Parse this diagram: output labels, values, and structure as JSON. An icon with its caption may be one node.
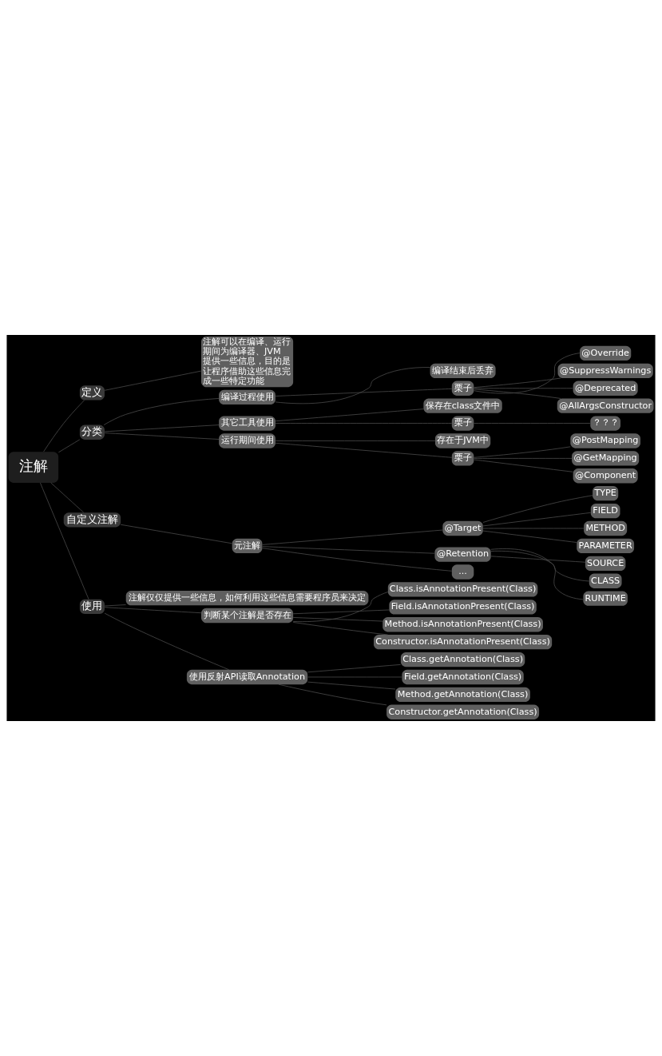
{
  "diagram": {
    "nodes": [
      {
        "text": [
          "注解"
        ]
      },
      {
        "text": [
          "定义"
        ]
      },
      {
        "text": [
          "注解可以在编译、运行期间为编译器、JVM提供一些信息，目的是让程序借助这些信息完成一些特定功能"
        ]
      },
      {
        "text": [
          "分类"
        ]
      },
      {
        "text": [
          "编译过程使用"
        ]
      },
      {
        "text": [
          "编译结束后丢弃"
        ]
      },
      {
        "text": [
          "栗子"
        ]
      },
      {
        "text": [
          "@Override"
        ]
      },
      {
        "text": [
          "@SuppressWarnings"
        ]
      },
      {
        "text": [
          "@Deprecated"
        ]
      },
      {
        "text": [
          "@AllArgsConstructor"
        ]
      },
      {
        "text": [
          "其它工具使用"
        ]
      },
      {
        "text": [
          "保存在class文件中"
        ]
      },
      {
        "text": [
          "栗子"
        ]
      },
      {
        "text": [
          "？？？"
        ]
      },
      {
        "text": [
          "运行期间使用"
        ]
      },
      {
        "text": [
          "存在于JVM中"
        ]
      },
      {
        "text": [
          "栗子"
        ]
      },
      {
        "text": [
          "@PostMapping"
        ]
      },
      {
        "text": [
          "@GetMapping"
        ]
      },
      {
        "text": [
          "@Component"
        ]
      },
      {
        "text": [
          "自定义注解"
        ]
      },
      {
        "text": [
          "元注解"
        ]
      },
      {
        "text": [
          "@Target"
        ]
      },
      {
        "text": [
          "TYPE"
        ]
      },
      {
        "text": [
          "FIELD"
        ]
      },
      {
        "text": [
          "METHOD"
        ]
      },
      {
        "text": [
          "PARAMETER"
        ]
      },
      {
        "text": [
          "@Retention"
        ]
      },
      {
        "text": [
          "SOURCE"
        ]
      },
      {
        "text": [
          "CLASS"
        ]
      },
      {
        "text": [
          "RUNTIME"
        ]
      },
      {
        "text": [
          "..."
        ]
      },
      {
        "text": [
          "使用"
        ]
      },
      {
        "text": [
          "注解仅仅提供一些信息，如何利用这些信息需要程序员来决定"
        ]
      },
      {
        "text": [
          "判断某个注解是否存在"
        ]
      },
      {
        "text": [
          "Class.isAnnotationPresent(Class)"
        ]
      },
      {
        "text": [
          "Field.isAnnotationPresent(Class)"
        ]
      },
      {
        "text": [
          "Method.isAnnotationPresent(Class)"
        ]
      },
      {
        "text": [
          "Constructor.isAnnotationPresent(Class)"
        ]
      },
      {
        "text": [
          "使用反射API读取Annotation"
        ]
      },
      {
        "text": [
          "Class.getAnnotation(Class)"
        ]
      },
      {
        "text": [
          "Field.getAnnotation(Class)"
        ]
      },
      {
        "text": [
          "Method.getAnnotation(Class)"
        ]
      },
      {
        "text": [
          "Constructor.getAnnotation(Class)"
        ]
      }
    ],
    "edges": [
      {
        "from": 0,
        "to": 1,
        "arrow": "none"
      },
      {
        "from": 1,
        "to": 2,
        "arrow": "none"
      },
      {
        "from": 0,
        "to": 3,
        "arrow": "none"
      },
      {
        "from": 3,
        "to": 4,
        "arrow": "none"
      },
      {
        "from": 4,
        "to": 5,
        "arrow": "none"
      },
      {
        "from": 4,
        "to": 6,
        "arrow": "none"
      },
      {
        "from": 6,
        "to": 7,
        "arrow": "none"
      },
      {
        "from": 6,
        "to": 8,
        "arrow": "none"
      },
      {
        "from": 6,
        "to": 9,
        "arrow": "none"
      },
      {
        "from": 6,
        "to": 10,
        "arrow": "none"
      },
      {
        "from": 3,
        "to": 11,
        "arrow": "none"
      },
      {
        "from": 11,
        "to": 12,
        "arrow": "none"
      },
      {
        "from": 11,
        "to": 13,
        "arrow": "none"
      },
      {
        "from": 13,
        "to": 14,
        "arrow": "none"
      },
      {
        "from": 3,
        "to": 15,
        "arrow": "none"
      },
      {
        "from": 15,
        "to": 16,
        "arrow": "none"
      },
      {
        "from": 15,
        "to": 17,
        "arrow": "none"
      },
      {
        "from": 17,
        "to": 18,
        "arrow": "none"
      },
      {
        "from": 17,
        "to": 19,
        "arrow": "none"
      },
      {
        "from": 17,
        "to": 20,
        "arrow": "none"
      },
      {
        "from": 0,
        "to": 21,
        "arrow": "none"
      },
      {
        "from": 21,
        "to": 22,
        "arrow": "none"
      },
      {
        "from": 22,
        "to": 23,
        "arrow": "none"
      },
      {
        "from": 23,
        "to": 24,
        "arrow": "none"
      },
      {
        "from": 23,
        "to": 25,
        "arrow": "none"
      },
      {
        "from": 23,
        "to": 26,
        "arrow": "none"
      },
      {
        "from": 23,
        "to": 27,
        "arrow": "none"
      },
      {
        "from": 22,
        "to": 28,
        "arrow": "none"
      },
      {
        "from": 28,
        "to": 29,
        "arrow": "none"
      },
      {
        "from": 28,
        "to": 30,
        "arrow": "none"
      },
      {
        "from": 28,
        "to": 31,
        "arrow": "none"
      },
      {
        "from": 22,
        "to": 32,
        "arrow": "none"
      },
      {
        "from": 0,
        "to": 33,
        "arrow": "none"
      },
      {
        "from": 33,
        "to": 34,
        "arrow": "none"
      },
      {
        "from": 33,
        "to": 35,
        "arrow": "none"
      },
      {
        "from": 35,
        "to": 36,
        "arrow": "none"
      },
      {
        "from": 35,
        "to": 37,
        "arrow": "none"
      },
      {
        "from": 35,
        "to": 38,
        "arrow": "none"
      },
      {
        "from": 35,
        "to": 39,
        "arrow": "none"
      },
      {
        "from": 33,
        "to": 40,
        "arrow": "none"
      },
      {
        "from": 40,
        "to": 41,
        "arrow": "none"
      },
      {
        "from": 40,
        "to": 42,
        "arrow": "none"
      },
      {
        "from": 40,
        "to": 43,
        "arrow": "none"
      },
      {
        "from": 40,
        "to": 44,
        "arrow": "none"
      }
    ]
  }
}
